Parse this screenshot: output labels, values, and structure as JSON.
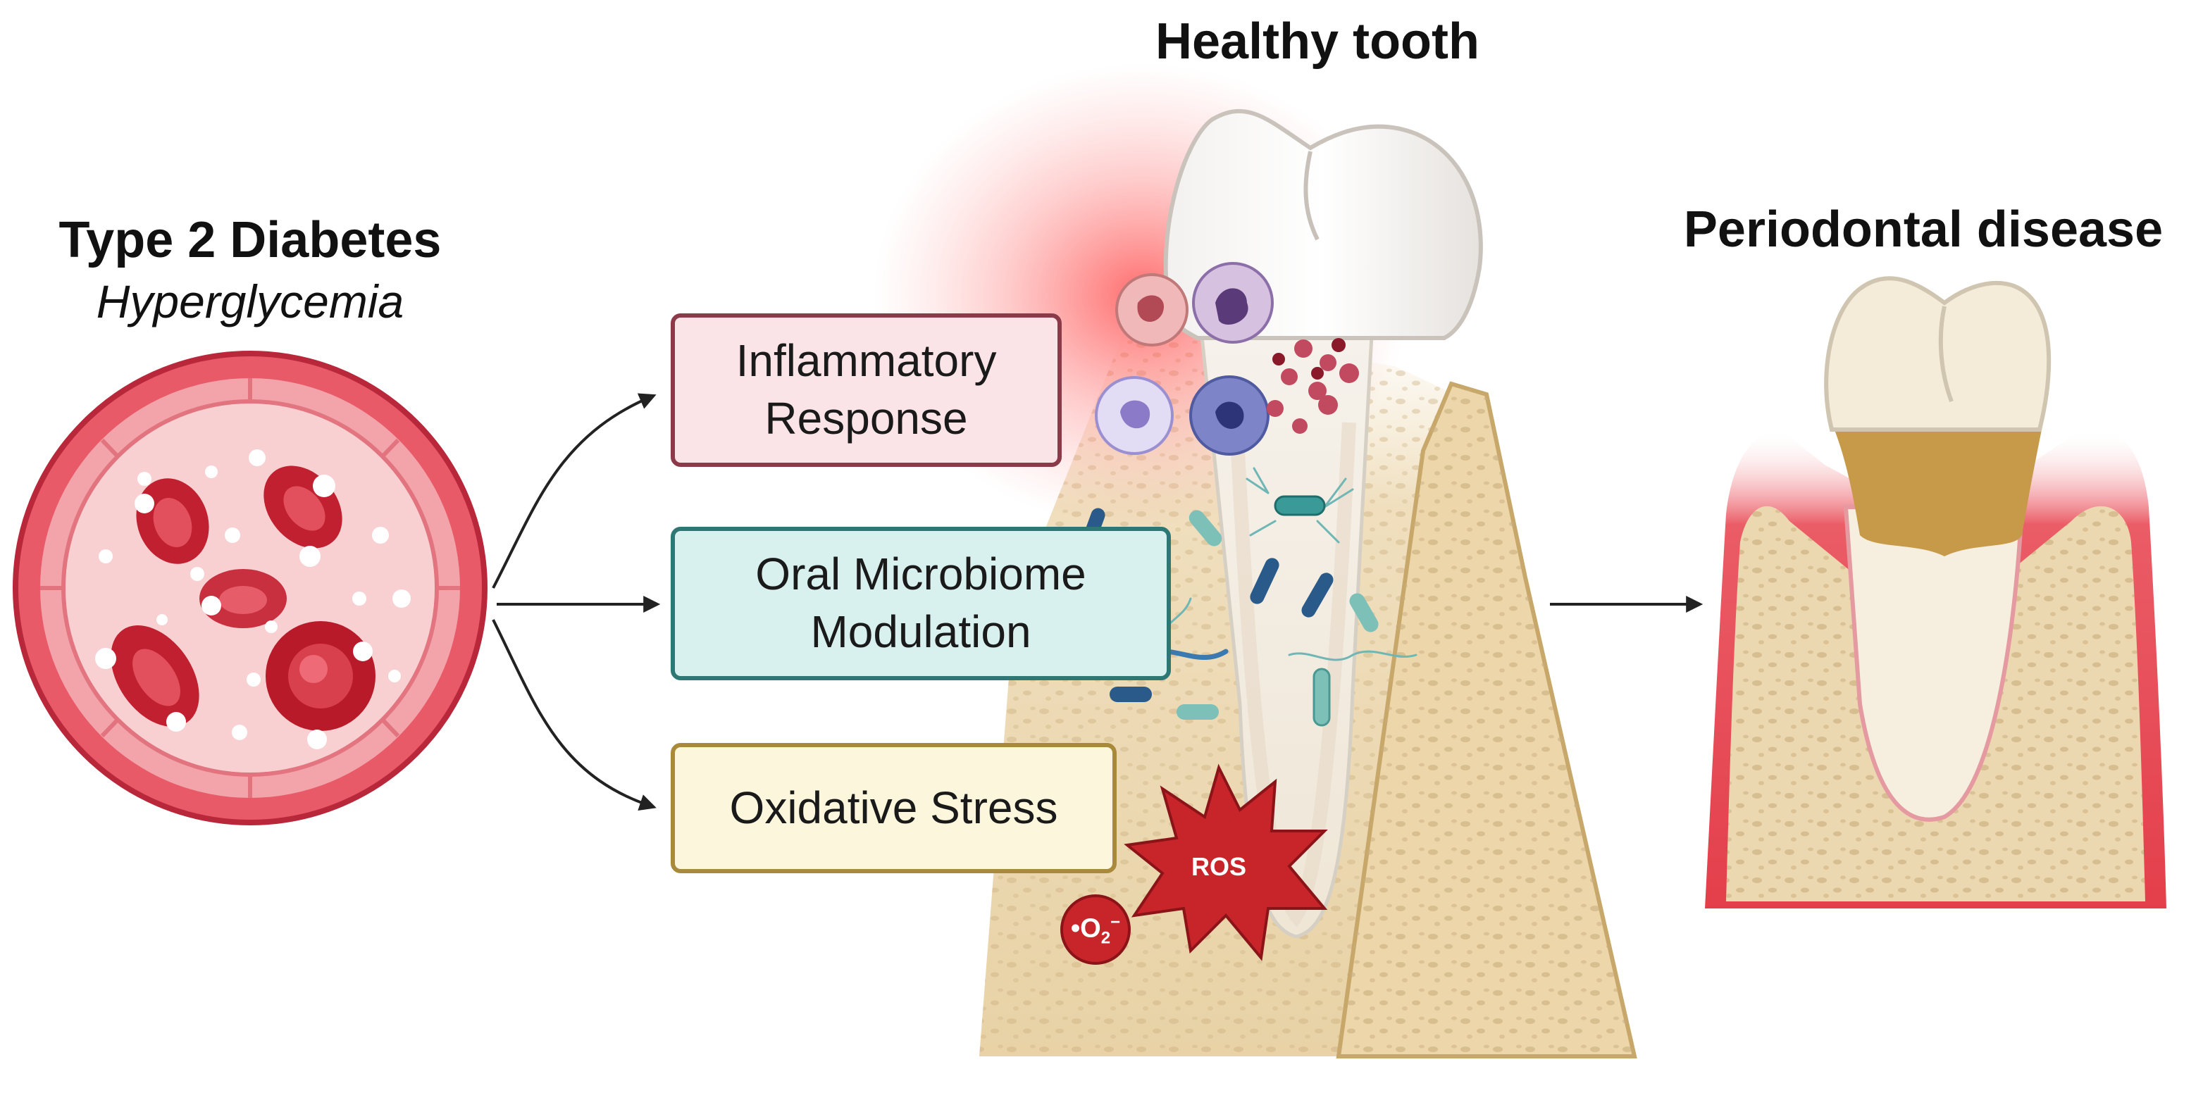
{
  "diabetes": {
    "title": "Type 2 Diabetes",
    "subtitle": "Hyperglycemia"
  },
  "healthy_tooth_title": "Healthy tooth",
  "disease_title": "Periodontal disease",
  "mechanisms": {
    "inflammatory": {
      "line1": "Inflammatory",
      "line2": "Response"
    },
    "microbiome": {
      "line1": "Oral Microbiome",
      "line2": "Modulation"
    },
    "oxidative": {
      "line1": "Oxidative Stress"
    }
  },
  "ros_label": "ROS",
  "superoxide_label": "•O",
  "superoxide_sub": "2",
  "superoxide_sup": "−",
  "colors": {
    "inflammatory_border": "#8b3a4a",
    "inflammatory_fill": "#fbe4e8",
    "microbiome_border": "#2d7874",
    "microbiome_fill": "#d8f0ee",
    "oxidative_border": "#a88a3a",
    "oxidative_fill": "#fbf6dc",
    "blood_red": "#c42a3a",
    "bone": "#e9d6b0",
    "gum_red": "#d9404a",
    "ros_red": "#c8252b"
  }
}
